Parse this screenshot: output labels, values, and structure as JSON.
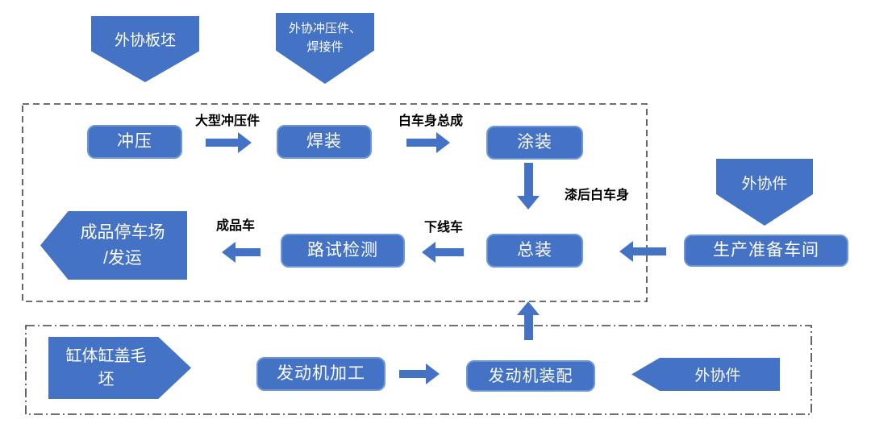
{
  "colors": {
    "accent_blue": "#4472C4",
    "shape_border_blue": "#6d97d8",
    "boundary_stroke": "#404040",
    "shape_text": "#ffffff",
    "label_text": "#000000"
  },
  "external_inputs": {
    "plate_blank": "外协板坯",
    "stamping_welding_parts": "外协冲压件、\n焊接件",
    "outsourced_parts_vehicle": "外协件",
    "outsourced_parts_engine": "外协件",
    "cylinder_block_head_blank": "缸体缸盖毛\n坯"
  },
  "vehicle_plant": {
    "stamping": "冲压",
    "welding": "焊装",
    "painting": "涂装",
    "final_assembly": "总装",
    "road_test": "路试检测",
    "parking_shipping": "成品停车场\n/发运",
    "prep_workshop": "生产准备车间"
  },
  "engine_plant": {
    "machining": "发动机加工",
    "assembly": "发动机装配"
  },
  "flow_labels": {
    "large_stampings": "大型冲压件",
    "biw_assembly": "白车身总成",
    "painted_biw": "漆后白车身",
    "offline_vehicle": "下线车",
    "finished_vehicle": "成品车"
  }
}
